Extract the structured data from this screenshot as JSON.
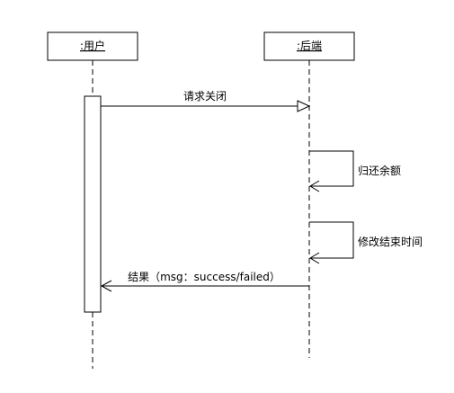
{
  "participants": {
    "user": ":用户",
    "backend": ":后端"
  },
  "messages": {
    "request_close": "请求关闭",
    "return_balance": "归还余额",
    "modify_end_time": "修改结束时间",
    "result": "结果（msg：success/failed）"
  }
}
